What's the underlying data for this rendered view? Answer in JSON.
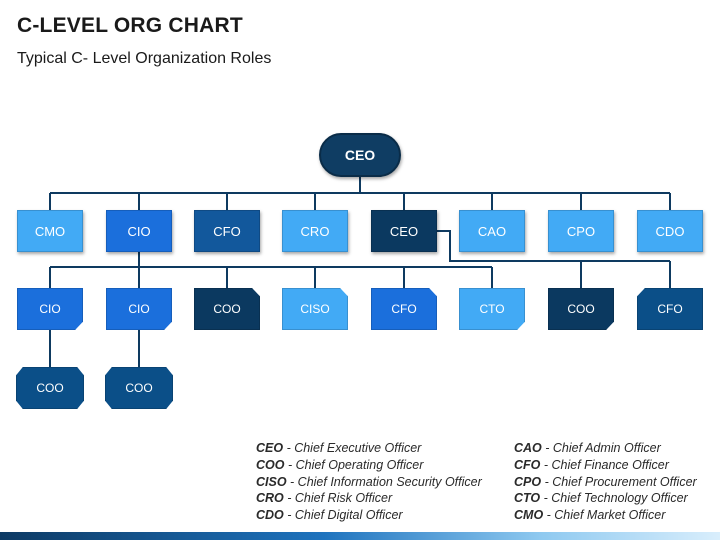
{
  "header": {
    "title": "C-LEVEL ORG CHART",
    "subtitle": "Typical C- Level Organization Roles"
  },
  "chart": {
    "root": "CEO",
    "row1": [
      "CMO",
      "CIO",
      "CFO",
      "CRO",
      "CEO",
      "CAO",
      "CPO",
      "CDO"
    ],
    "row2": [
      "CIO",
      "CIO",
      "COO",
      "CISO",
      "CFO",
      "CTO",
      "COO",
      "CFO"
    ],
    "row3": [
      "COO",
      "COO"
    ]
  },
  "legend": {
    "left": [
      {
        "abbr": "CEO",
        "desc": " - Chief  Executive Officer"
      },
      {
        "abbr": "COO",
        "desc": " - Chief Operating Officer"
      },
      {
        "abbr": "CISO",
        "desc": " - Chief Information Security Officer"
      },
      {
        "abbr": "CRO",
        "desc": " - Chief Risk Officer"
      },
      {
        "abbr": "CDO",
        "desc": " - Chief Digital Officer"
      }
    ],
    "right": [
      {
        "abbr": "CAO",
        "desc": " - Chief Admin Officer"
      },
      {
        "abbr": "CFO",
        "desc": " - Chief Finance Officer"
      },
      {
        "abbr": "CPO",
        "desc": " - Chief Procurement Officer"
      },
      {
        "abbr": "CTO",
        "desc": " - Chief Technology Officer"
      },
      {
        "abbr": "CMO",
        "desc": " - Chief Market Officer"
      }
    ]
  },
  "colors": {
    "connector": "#0e3a60",
    "root": "#0f3d63",
    "light_blue": "#42aaf5",
    "bright_blue": "#1b6fdc",
    "mid_blue": "#12589c",
    "navy": "#0b3960",
    "deep_blue": "#0b4f88"
  }
}
